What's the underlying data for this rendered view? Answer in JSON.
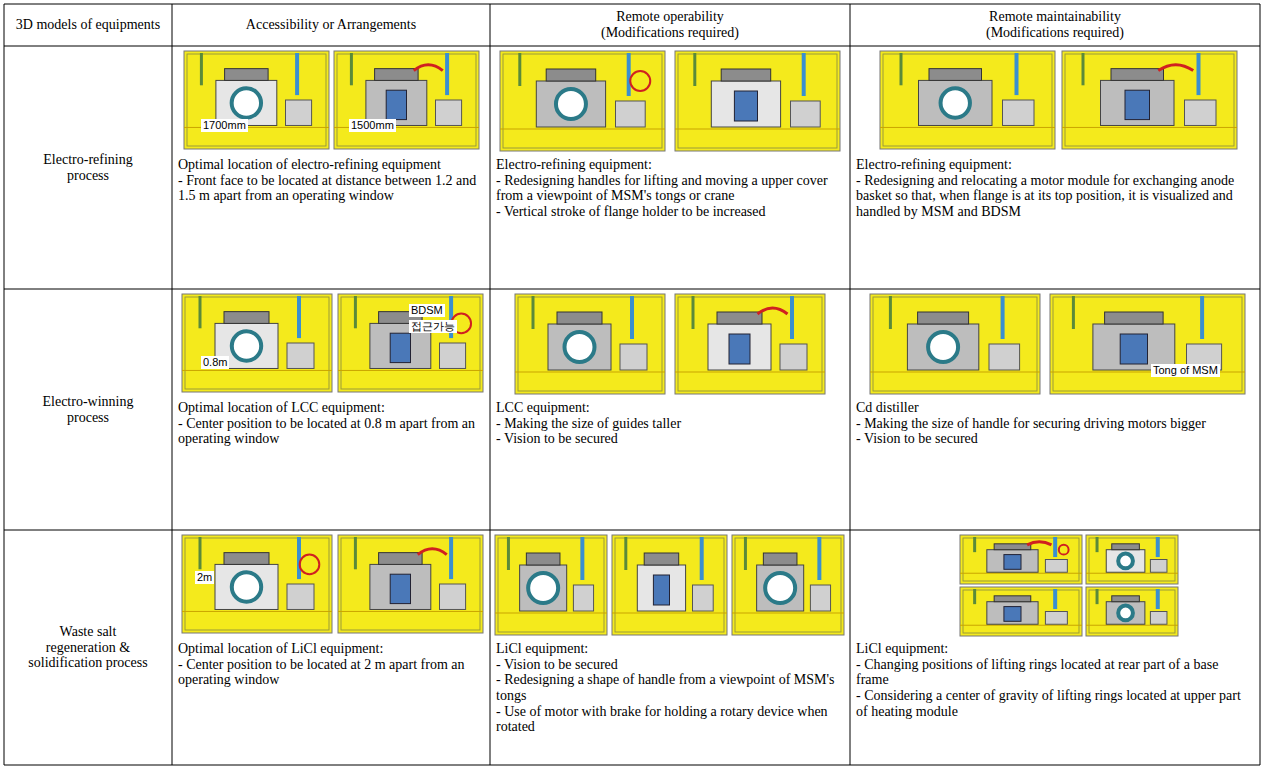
{
  "diagram": {
    "labels": [
      "3D models of equipments",
      "Accessibility or Arrangements",
      "Remote operability (Modifications required)",
      "Remote maintainability (Modifications required)",
      "Electro-refining process",
      "1700mm",
      "1500mm",
      "Optimal location of electro-refining equipment",
      "- Front face to be located at distance between 1.2 and 1.5 m apart from an operating window",
      "Electro-refining equipment:",
      "- Redesigning handles for lifting and moving a upper cover from a viewpoint of MSM's tongs or crane",
      "- Vertical stroke of flange holder to be increased",
      "Electro-refining equipment:",
      "- Redesigning and relocating a motor module for exchanging anode basket so that, when flange is at its top position, it is visualized and handled by MSM and BDSM",
      "Electro-winning process",
      "0.8m",
      "BDSM",
      "접근가능",
      "Optimal location of LCC equipment:",
      "- Center position to be located at 0.8 m apart from an operating window",
      "LCC equipment:",
      "- Making the size of guides taller",
      "- Vision to be secured",
      "Tong of MSM",
      "Cd distiller",
      "- Making the size of handle for securing driving motors bigger",
      "- Vision to be secured",
      "Waste salt regeneration & solidification process",
      "2m",
      "Optimal location of LiCl equipment:",
      "- Center position to be located at 2 m apart from an operating window",
      "LiCl equipment:",
      "- Vision to be secured",
      "- Redesigning a shape of handle from a viewpoint of MSM's tongs",
      "- Use of motor with brake for holding a rotary device when rotated",
      "LiCl equipment:",
      "- Changing positions of lifting rings located at rear part of a base frame",
      "- Considering a center of gravity of lifting rings located at upper part of heating module"
    ]
  }
}
